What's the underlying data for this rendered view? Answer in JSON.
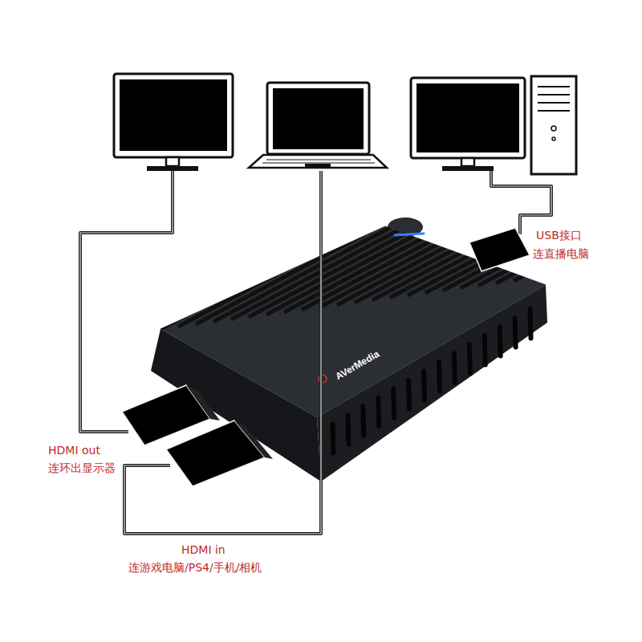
{
  "diagram": {
    "labels": [
      "AVerMedia",
      "USB接口",
      "连直播电脑",
      "HDMI out",
      "连环出显示器",
      "HDMI in",
      "连游戏电脑/PS4/手机/相机"
    ]
  }
}
